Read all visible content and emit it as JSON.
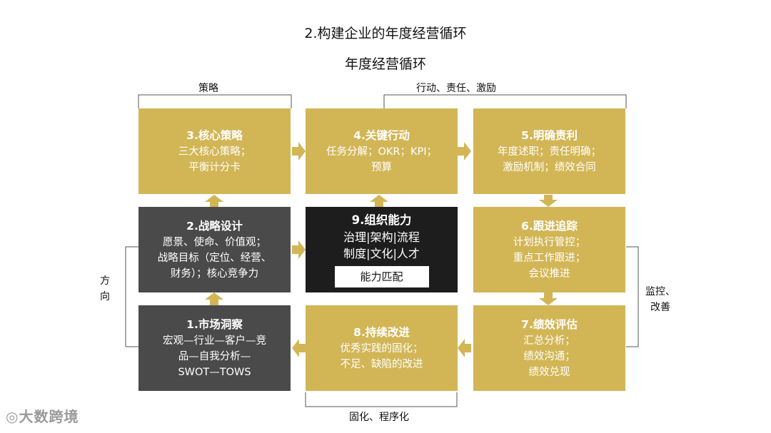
{
  "title": "2.构建企业的年度经营循环",
  "subtitle": "年度经营循环",
  "labels": {
    "strategy": "策略",
    "action": "行动、责任、激励",
    "direction": "方\n向",
    "monitor": "监控、\n改善",
    "solidify": "固化、程序化"
  },
  "boxes": {
    "b1": {
      "title": "1.市场洞察",
      "lines": [
        "宏观—行业—客户—竞",
        "品—自我分析—",
        "SWOT—TOWS"
      ]
    },
    "b2": {
      "title": "2.战略设计",
      "lines": [
        "愿景、使命、价值观；",
        "战略目标（定位、经营、",
        "财务）；核心竞争力"
      ]
    },
    "b3": {
      "title": "3.核心策略",
      "lines": [
        "三大核心策略；",
        "平衡计分卡"
      ]
    },
    "b4": {
      "title": "4.关键行动",
      "lines": [
        "任务分解；OKR；KPI；",
        "预算"
      ]
    },
    "b5": {
      "title": "5.明确责利",
      "lines": [
        "年度述职；责任明确；",
        "激励机制；绩效合同"
      ]
    },
    "b6": {
      "title": "6.跟进追踪",
      "lines": [
        "计划执行管控；",
        "重点工作跟进；",
        "会议推进"
      ]
    },
    "b7": {
      "title": "7.绩效评估",
      "lines": [
        "汇总分析；",
        "绩效沟通；",
        "绩效兑现"
      ]
    },
    "b8": {
      "title": "8.持续改进",
      "lines": [
        "优秀实践的固化；",
        "不足、缺陷的改进"
      ]
    },
    "b9": {
      "title": "9.组织能力",
      "lines": [
        "治理|架构|流程",
        "制度|文化|人才"
      ],
      "tag": "能力匹配"
    }
  },
  "watermark": "大数跨境",
  "colors": {
    "gold": "#d2b656",
    "dark": "#4a4a4a",
    "black": "#1d1d1d"
  }
}
